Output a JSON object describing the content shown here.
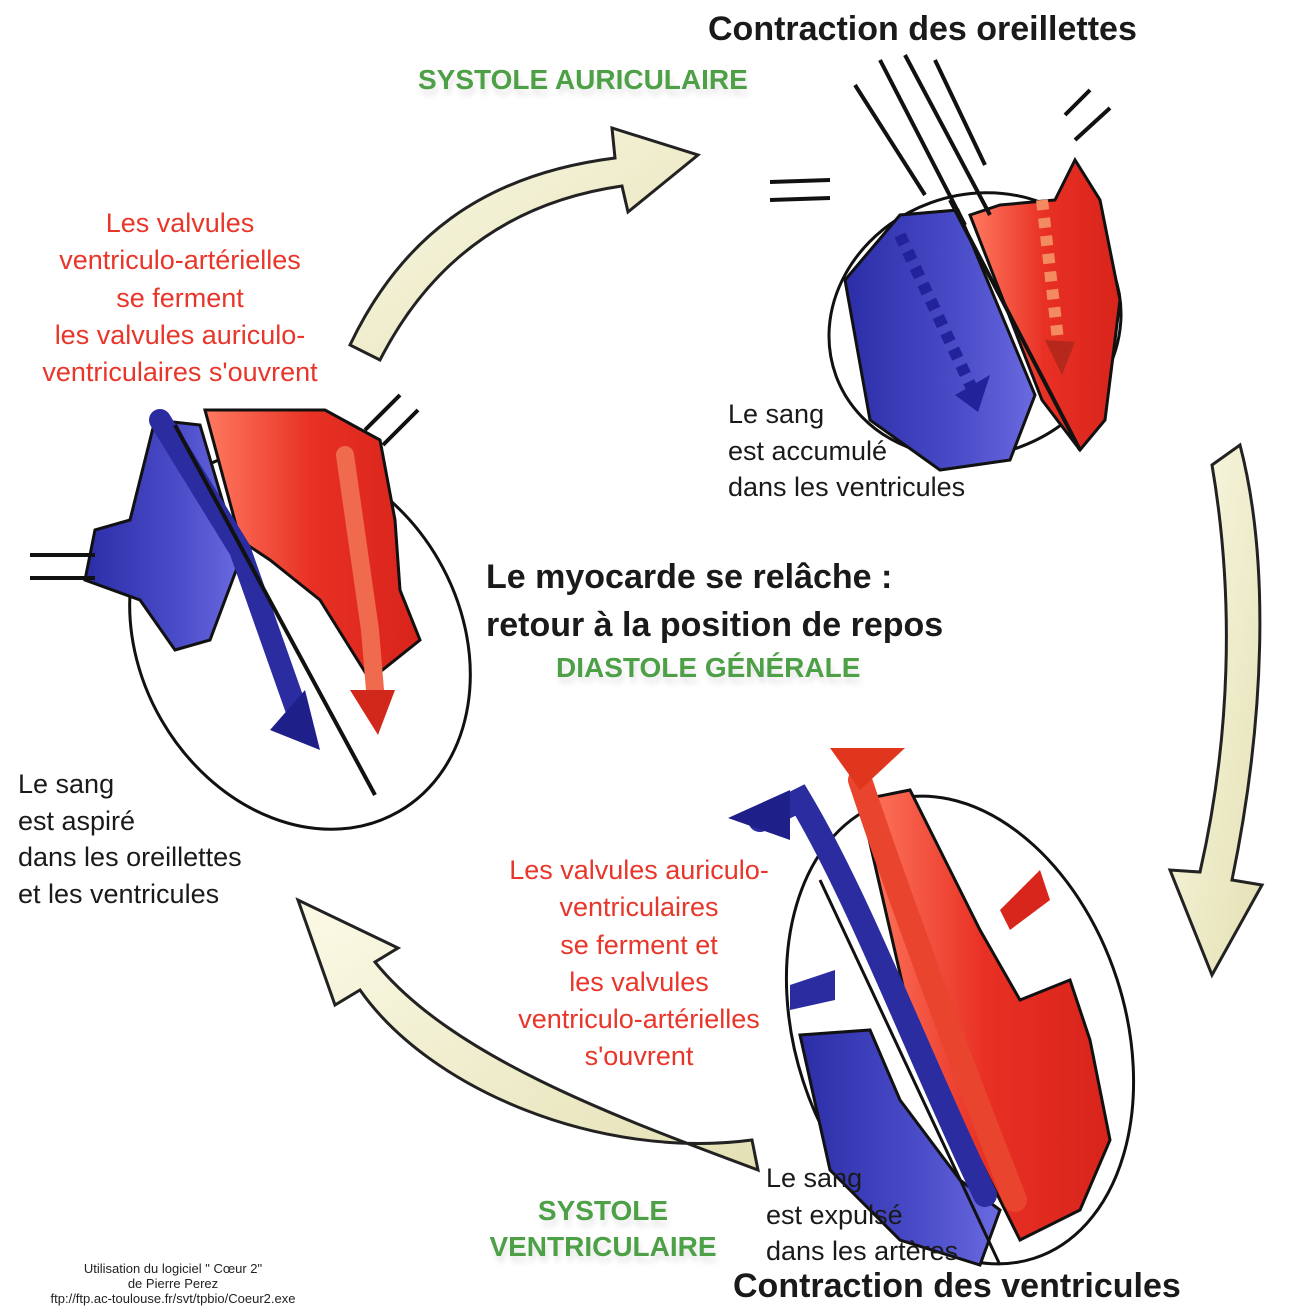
{
  "colors": {
    "oxygen_poor_blood": "#3a3cb5",
    "oxygen_rich_blood": "#e32c22",
    "phase_label": "#4ea047",
    "valve_text": "#e8362a",
    "arrow_fill": "#f6f3d4"
  },
  "top": {
    "title": "Contraction des oreillettes",
    "phase": "SYSTOLE AURICULAIRE",
    "blood_text": "Le sang\nest accumulé\ndans les ventricules"
  },
  "center": {
    "title": "Le myocarde se relâche :\nretour à la position de repos",
    "phase": "DIASTOLE GÉNÉRALE"
  },
  "left": {
    "valve_text": "Les valvules\nventriculo-artérielles\nse ferment\nles valvules auriculo-\nventriculaires s'ouvrent",
    "blood_text": "Le sang\nest aspiré\ndans les oreillettes\net les ventricules"
  },
  "bottom": {
    "valve_text": "Les valvules auriculo-\nventriculaires\nse ferment et\nles valvules\nventriculo-artérielles\ns'ouvrent",
    "blood_text": "Le sang\nest expulsé\ndans les artères",
    "phase": "SYSTOLE\nVENTRICULAIRE",
    "title": "Contraction des ventricules"
  },
  "credit": "Utilisation du logiciel \" Cœur 2\"\nde Pierre Perez\nftp://ftp.ac-toulouse.fr/svt/tpbio/Coeur2.exe"
}
